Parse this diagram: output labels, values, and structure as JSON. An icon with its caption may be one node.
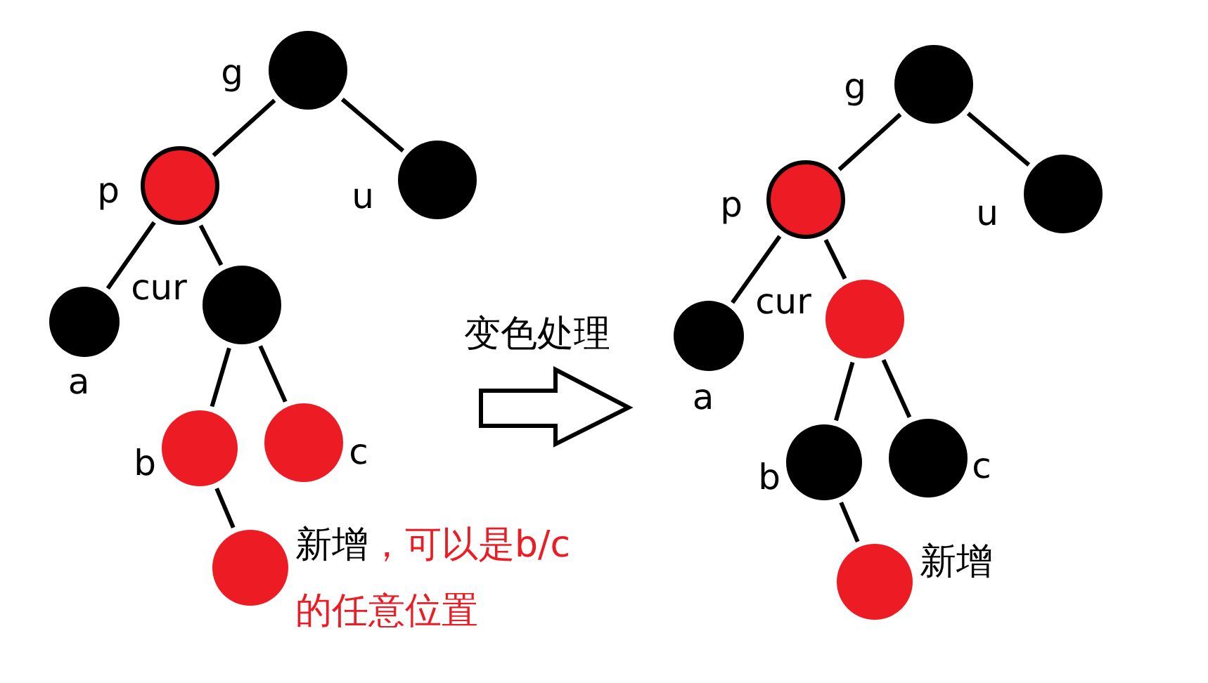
{
  "diagram": {
    "nodes": [
      {
        "text": [],
        "shape": "circle",
        "beside": [
          "g"
        ]
      },
      {
        "text": [],
        "shape": "circle",
        "beside": [
          "p"
        ]
      },
      {
        "text": [],
        "shape": "circle",
        "beside": [
          "u"
        ]
      },
      {
        "text": [],
        "shape": "circle",
        "beside": [
          "a"
        ]
      },
      {
        "text": [],
        "shape": "circle",
        "beside": [
          "cur"
        ]
      },
      {
        "text": [],
        "shape": "circle",
        "beside": [
          "b"
        ]
      },
      {
        "text": [],
        "shape": "circle",
        "beside": [
          "c"
        ]
      },
      {
        "text": [],
        "shape": "circle",
        "beside": [
          "新增",
          "，可以是b/c的任意位置"
        ]
      },
      {
        "text": [],
        "shape": "circle",
        "beside": [
          "g"
        ]
      },
      {
        "text": [],
        "shape": "circle",
        "beside": [
          "p"
        ]
      },
      {
        "text": [],
        "shape": "circle",
        "beside": [
          "u"
        ]
      },
      {
        "text": [],
        "shape": "circle",
        "beside": [
          "a"
        ]
      },
      {
        "text": [],
        "shape": "circle",
        "beside": [
          "cur"
        ]
      },
      {
        "text": [],
        "shape": "circle",
        "beside": [
          "b"
        ]
      },
      {
        "text": [],
        "shape": "circle",
        "beside": [
          "c"
        ]
      },
      {
        "text": [],
        "shape": "circle",
        "beside": [
          "新增"
        ]
      }
    ],
    "edges": [
      {
        "from": 0,
        "to": 1,
        "arrow": "none"
      },
      {
        "from": 0,
        "to": 2,
        "arrow": "none"
      },
      {
        "from": 1,
        "to": 3,
        "arrow": "none"
      },
      {
        "from": 1,
        "to": 4,
        "arrow": "none"
      },
      {
        "from": 4,
        "to": 5,
        "arrow": "none"
      },
      {
        "from": 4,
        "to": 6,
        "arrow": "none"
      },
      {
        "from": 5,
        "to": 7,
        "arrow": "none"
      },
      {
        "from": 8,
        "to": 9,
        "arrow": "none"
      },
      {
        "from": 8,
        "to": 10,
        "arrow": "none"
      },
      {
        "from": 9,
        "to": 11,
        "arrow": "none"
      },
      {
        "from": 9,
        "to": 12,
        "arrow": "none"
      },
      {
        "from": 12,
        "to": 13,
        "arrow": "none"
      },
      {
        "from": 12,
        "to": 14,
        "arrow": "none"
      },
      {
        "from": 13,
        "to": 15,
        "arrow": "none"
      }
    ],
    "labels": [
      "变色处理"
    ]
  }
}
